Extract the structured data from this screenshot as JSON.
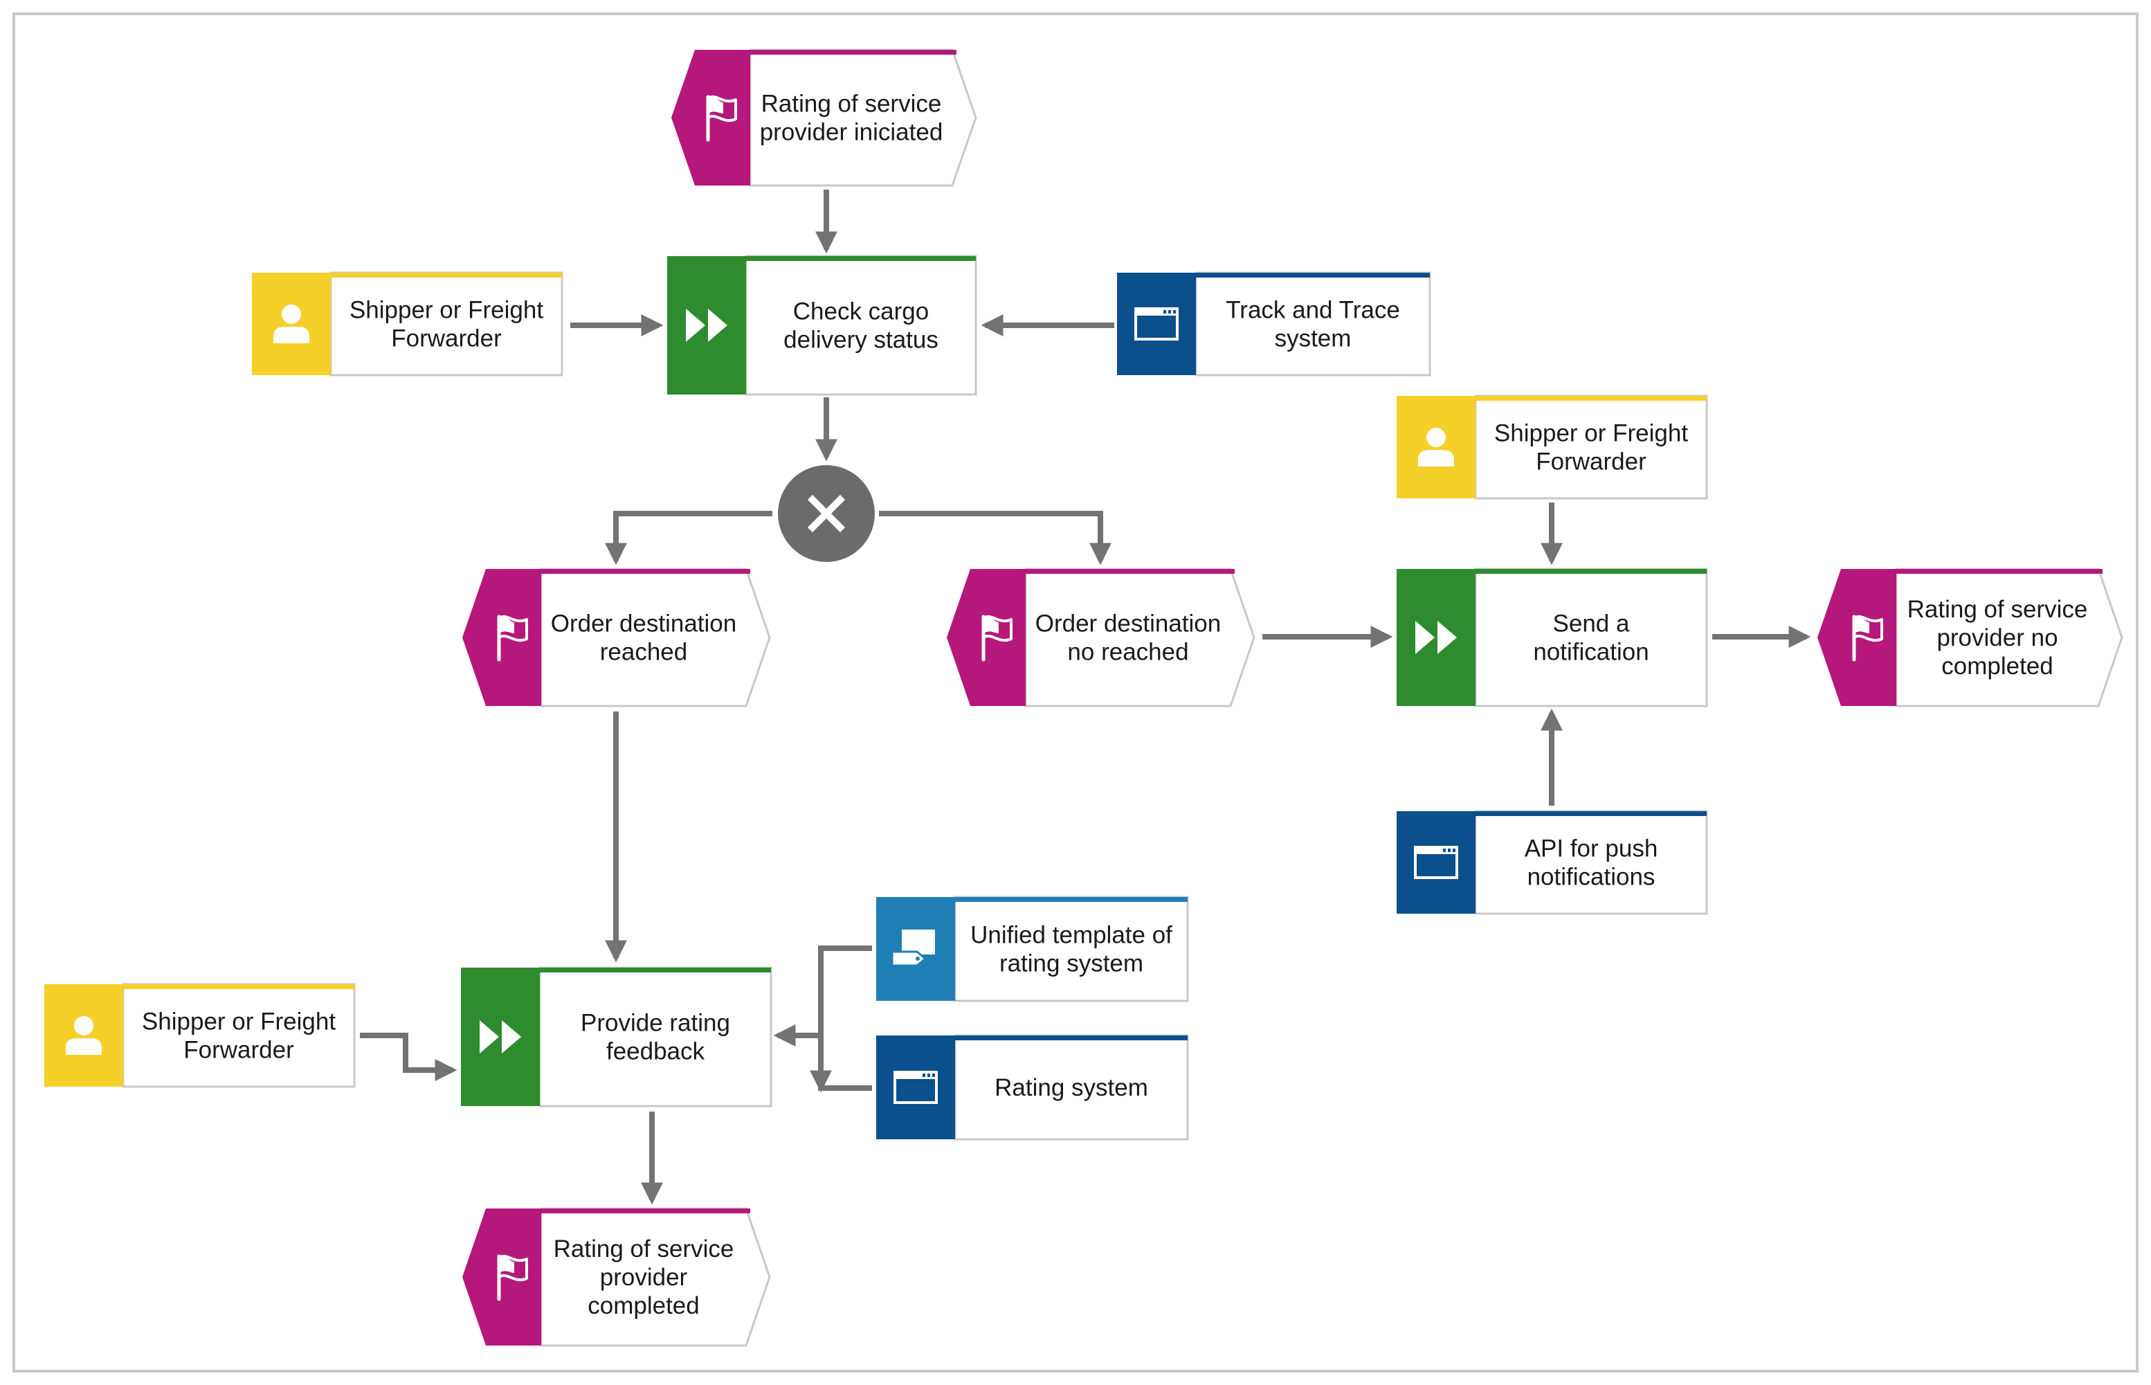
{
  "colors": {
    "event": "#b5187a",
    "function": "#2e8b2e",
    "role": "#f5d028",
    "system": "#0b4f8c",
    "template": "#1f7fb5",
    "gateway": "#6b6b6b",
    "arrow": "#737373",
    "shape_border": "#c8c8c8",
    "frame_border": "#c8c8c8"
  },
  "nodes": {
    "ev_initiated": {
      "type": "event",
      "icon": "flag-icon",
      "lines": [
        "Rating of service",
        "provider iniciated"
      ]
    },
    "role_1": {
      "type": "role",
      "icon": "person-icon",
      "lines": [
        "Shipper or Freight",
        "Forwarder"
      ]
    },
    "fn_check": {
      "type": "function",
      "icon": "fast-forward-icon",
      "lines": [
        "Check cargo",
        "delivery status"
      ]
    },
    "sys_track": {
      "type": "system",
      "icon": "window-icon",
      "lines": [
        "Track and Trace",
        "system"
      ]
    },
    "gateway_xor": {
      "type": "gateway",
      "icon": "xor-icon"
    },
    "ev_reached": {
      "type": "event",
      "icon": "flag-icon",
      "lines": [
        "Order destination",
        "reached"
      ]
    },
    "ev_not_reached": {
      "type": "event",
      "icon": "flag-icon",
      "lines": [
        "Order destination",
        "no reached"
      ]
    },
    "role_2": {
      "type": "role",
      "icon": "person-icon",
      "lines": [
        "Shipper or Freight",
        "Forwarder"
      ]
    },
    "fn_notify": {
      "type": "function",
      "icon": "fast-forward-icon",
      "lines": [
        "Send a",
        "notification"
      ]
    },
    "ev_not_completed": {
      "type": "event",
      "icon": "flag-icon",
      "lines": [
        "Rating of service",
        "provider no",
        "completed"
      ]
    },
    "sys_api": {
      "type": "system",
      "icon": "window-icon",
      "lines": [
        "API for push",
        "notifications"
      ]
    },
    "tmpl_unified": {
      "type": "template",
      "icon": "screen-tag-icon",
      "lines": [
        "Unified template of",
        "rating system"
      ]
    },
    "sys_rating": {
      "type": "system",
      "icon": "window-icon",
      "lines": [
        "Rating system"
      ]
    },
    "role_3": {
      "type": "role",
      "icon": "person-icon",
      "lines": [
        "Shipper or Freight",
        "Forwarder"
      ]
    },
    "fn_feedback": {
      "type": "function",
      "icon": "fast-forward-icon",
      "lines": [
        "Provide rating",
        "feedback"
      ]
    },
    "ev_completed": {
      "type": "event",
      "icon": "flag-icon",
      "lines": [
        "Rating of service",
        "provider",
        "completed"
      ]
    }
  },
  "edges": [
    {
      "from": "ev_initiated",
      "to": "fn_check"
    },
    {
      "from": "role_1",
      "to": "fn_check"
    },
    {
      "from": "sys_track",
      "to": "fn_check"
    },
    {
      "from": "fn_check",
      "to": "gateway_xor"
    },
    {
      "from": "gateway_xor",
      "to": "ev_reached"
    },
    {
      "from": "gateway_xor",
      "to": "ev_not_reached"
    },
    {
      "from": "ev_not_reached",
      "to": "fn_notify"
    },
    {
      "from": "role_2",
      "to": "fn_notify"
    },
    {
      "from": "sys_api",
      "to": "fn_notify"
    },
    {
      "from": "fn_notify",
      "to": "ev_not_completed"
    },
    {
      "from": "ev_reached",
      "to": "fn_feedback"
    },
    {
      "from": "role_3",
      "to": "fn_feedback"
    },
    {
      "from": "tmpl_unified",
      "to": "fn_feedback"
    },
    {
      "from": "sys_rating",
      "to": "fn_feedback"
    },
    {
      "from": "fn_feedback",
      "to": "ev_completed"
    }
  ]
}
